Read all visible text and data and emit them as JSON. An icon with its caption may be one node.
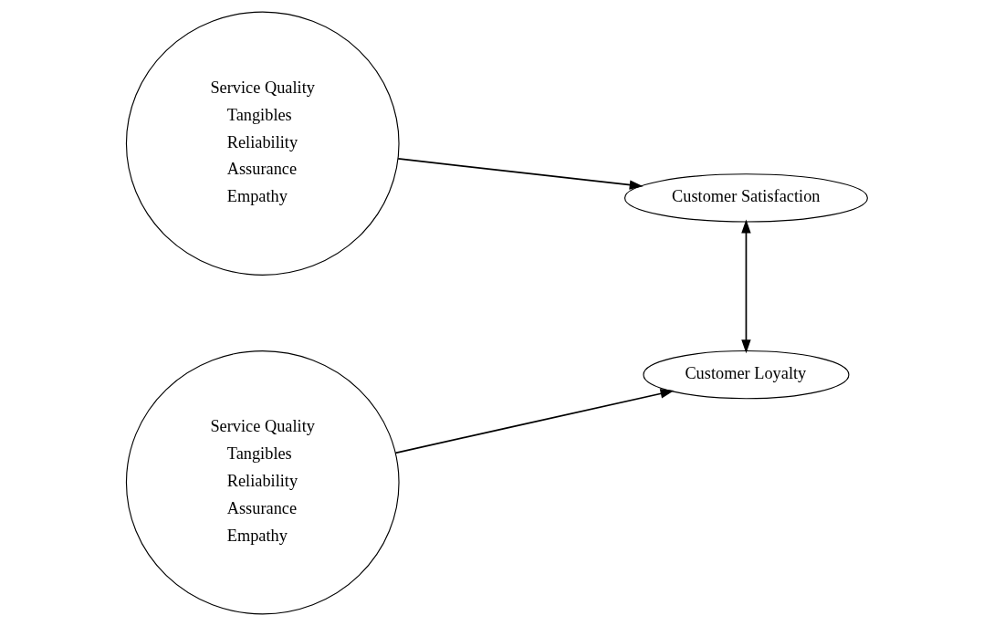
{
  "diagram": {
    "nodes": [
      {
        "text": [
          "Service Quality",
          "Tangibles",
          "Reliability",
          "Assurance",
          "Empathy"
        ]
      },
      {
        "text": [
          "Service Quality",
          "Tangibles",
          "Reliability",
          "Assurance",
          "Empathy"
        ]
      },
      {
        "text": [
          "Customer Satisfaction"
        ]
      },
      {
        "text": [
          "Customer Loyalty"
        ]
      }
    ],
    "edges": [
      {
        "from": 0,
        "to": 2,
        "arrow": "to"
      },
      {
        "from": 2,
        "to": 3,
        "arrow": "both"
      },
      {
        "from": 1,
        "to": 3,
        "arrow": "to"
      }
    ]
  }
}
